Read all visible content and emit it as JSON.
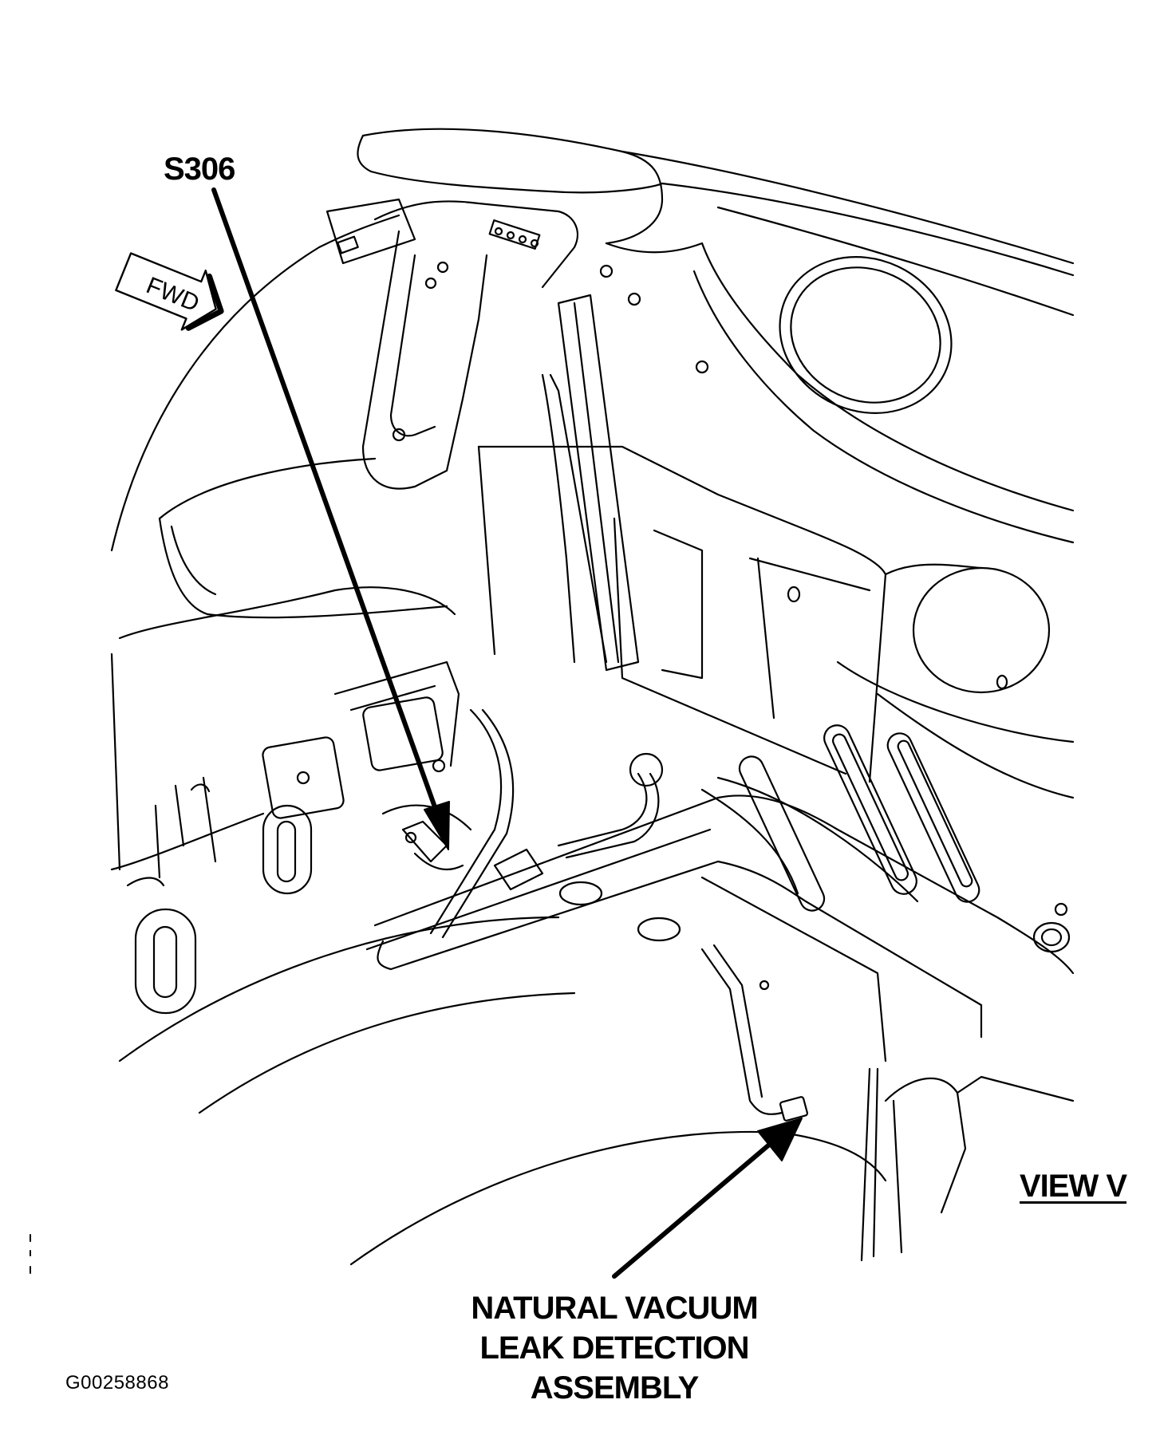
{
  "labels": {
    "s306": "S306",
    "fwd": "FWD",
    "view": "VIEW V",
    "nvld_line1": "NATURAL VACUUM",
    "nvld_line2": "LEAK DETECTION",
    "nvld_line3": "ASSEMBLY",
    "figure_id": "G00258868"
  },
  "colors": {
    "ink": "#000000",
    "paper": "#ffffff"
  }
}
